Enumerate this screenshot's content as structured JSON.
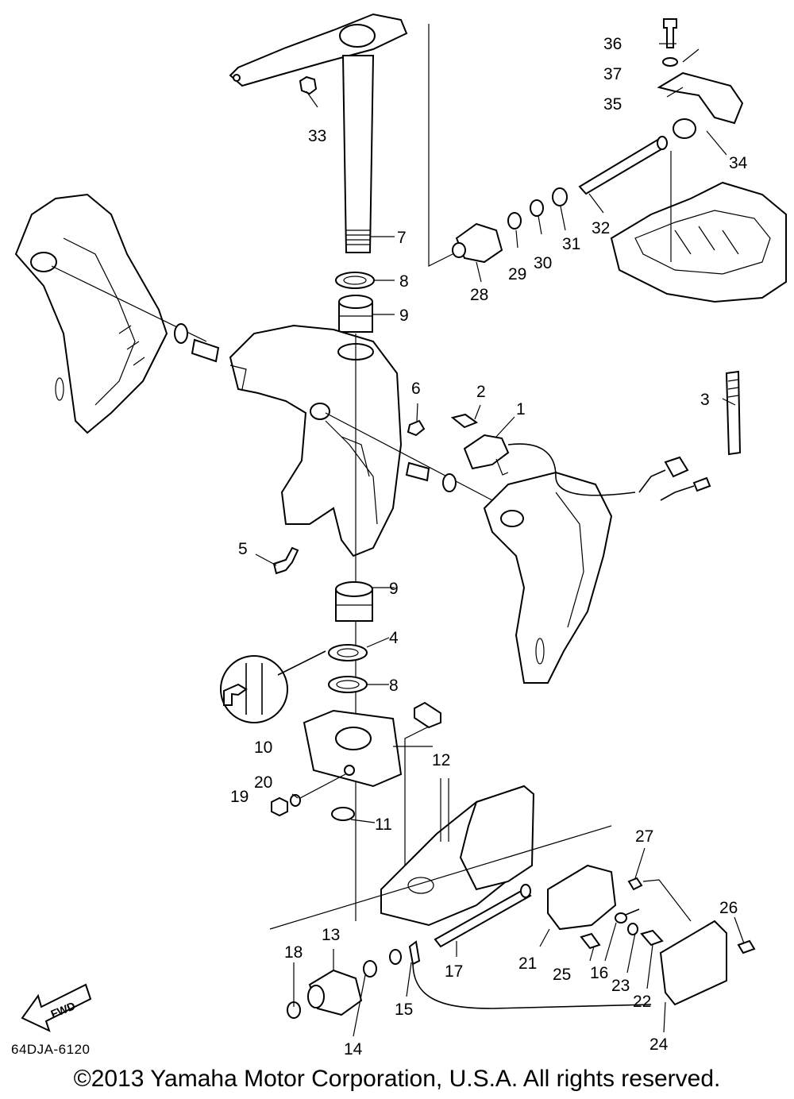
{
  "diagram": {
    "code": "64DJA-6120",
    "copyright": "©2013 Yamaha Motor Corporation, U.S.A. All rights reserved.",
    "fwd_label": "FWD",
    "callouts": {
      "1": "1",
      "2": "2",
      "3": "3",
      "4": "4",
      "5": "5",
      "6": "6",
      "7": "7",
      "8a": "8",
      "8b": "8",
      "9a": "9",
      "9b": "9",
      "10": "10",
      "11": "11",
      "12": "12",
      "13": "13",
      "14": "14",
      "15": "15",
      "16": "16",
      "17": "17",
      "18": "18",
      "19": "19",
      "20": "20",
      "21": "21",
      "22": "22",
      "23": "23",
      "24": "24",
      "25": "25",
      "26": "26",
      "27": "27",
      "28": "28",
      "29": "29",
      "30": "30",
      "31": "31",
      "32": "32",
      "33": "33",
      "34": "34",
      "35": "35",
      "36": "36",
      "37": "37"
    }
  }
}
